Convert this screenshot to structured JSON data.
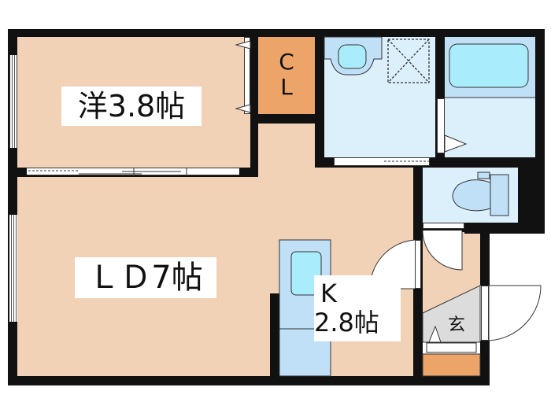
{
  "floorplan": {
    "rooms": {
      "western": {
        "label": "洋3.8帖",
        "type": "Western-style room",
        "size_jo": 3.8
      },
      "closet": {
        "label_line1": "C",
        "label_line2": "L",
        "type": "Closet"
      },
      "living_dining": {
        "label": "ＬＤ7帖",
        "type": "Living / Dining",
        "size_jo": 7
      },
      "kitchen": {
        "label_line1": "K",
        "label_line2": "2.8帖",
        "type": "Kitchen",
        "size_jo": 2.8
      },
      "entrance": {
        "label": "玄",
        "type": "Entrance (genkan)"
      },
      "washroom": {
        "type": "Washroom with washing machine space"
      },
      "bathroom": {
        "type": "Bathroom with bathtub"
      },
      "toilet": {
        "type": "Toilet"
      }
    },
    "colors": {
      "wall": "#111111",
      "room_floor": "#f2d2b6",
      "closet": "#eda469",
      "wet_area": "#dcf0fc",
      "fixture": "#bfe0f7",
      "water": "#a9ecfb",
      "entrance_floor": "#dcdcdc",
      "shoe_box": "#eda469"
    }
  }
}
